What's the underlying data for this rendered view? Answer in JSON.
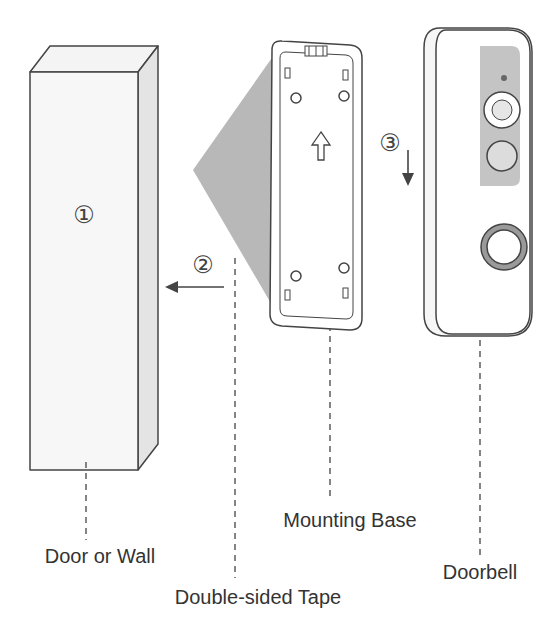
{
  "diagram": {
    "nodes": [
      {
        "text": [
          "①"
        ]
      }
    ],
    "labels": [
      "②",
      "③",
      "Door or Wall",
      "Double-sided Tape",
      "Mounting Base",
      "Doorbell"
    ]
  }
}
